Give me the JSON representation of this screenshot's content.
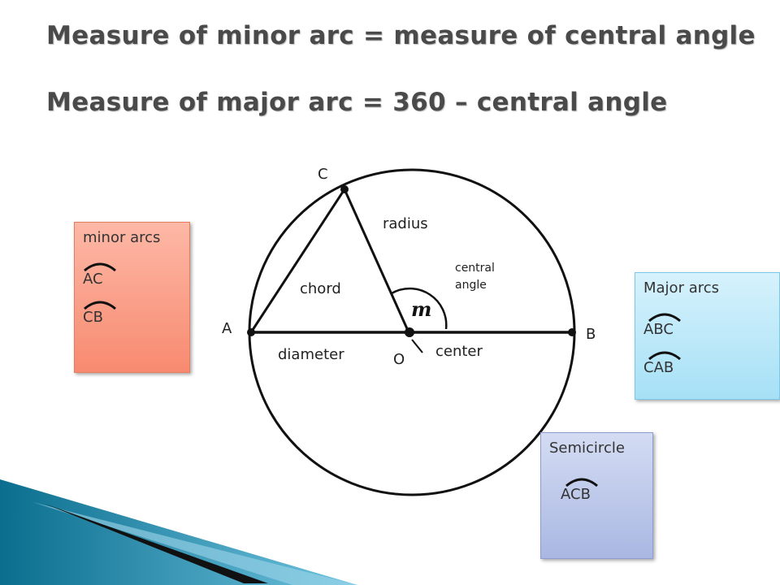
{
  "title": {
    "line1": "Measure of minor arc = measure of central angle",
    "line2": "Measure of major arc = 360 – central angle"
  },
  "diagram": {
    "points": {
      "A": "A",
      "B": "B",
      "C": "C",
      "O": "O"
    },
    "labels": {
      "radius": "radius",
      "chord": "chord",
      "diameter": "diameter",
      "center": "center",
      "central_angle_line1": "central",
      "central_angle_line2": "angle",
      "m": "m"
    }
  },
  "boxes": {
    "minor": {
      "heading": "minor arcs",
      "items": [
        "AC",
        "CB"
      ]
    },
    "major": {
      "heading": "Major arcs",
      "items": [
        "ABC",
        "CAB"
      ]
    },
    "semicircle": {
      "heading": "Semicircle",
      "items": [
        "ACB"
      ]
    }
  },
  "colors": {
    "minor_box": "#f78a70",
    "major_box": "#a6e0f6",
    "semicircle_box": "#a9b7e2",
    "title_text": "#4a4a4a"
  }
}
